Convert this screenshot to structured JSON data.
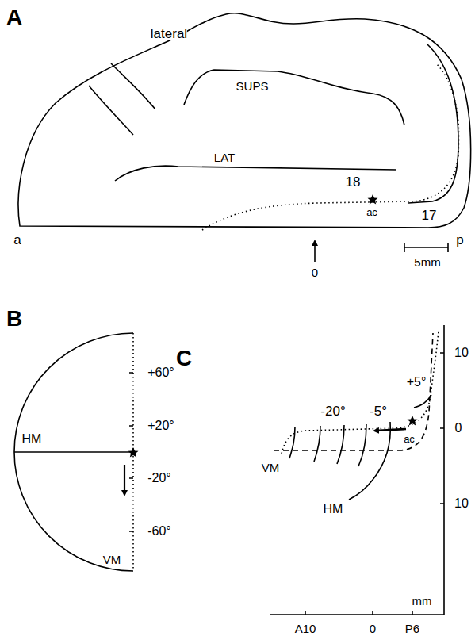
{
  "diagram": {
    "labels": [
      "A",
      "lateral",
      "SUPS",
      "LAT",
      "18",
      "ac",
      "17",
      "a",
      "p",
      "0",
      "5mm",
      "B",
      "HM",
      "+60°",
      "+20°",
      "-20°",
      "-60°",
      "VM",
      "C",
      "+5°",
      "-20°",
      "-5°",
      "ac",
      "10",
      "0",
      "10",
      "HM",
      "VM",
      "mm",
      "A10",
      "0",
      "P6"
    ]
  }
}
